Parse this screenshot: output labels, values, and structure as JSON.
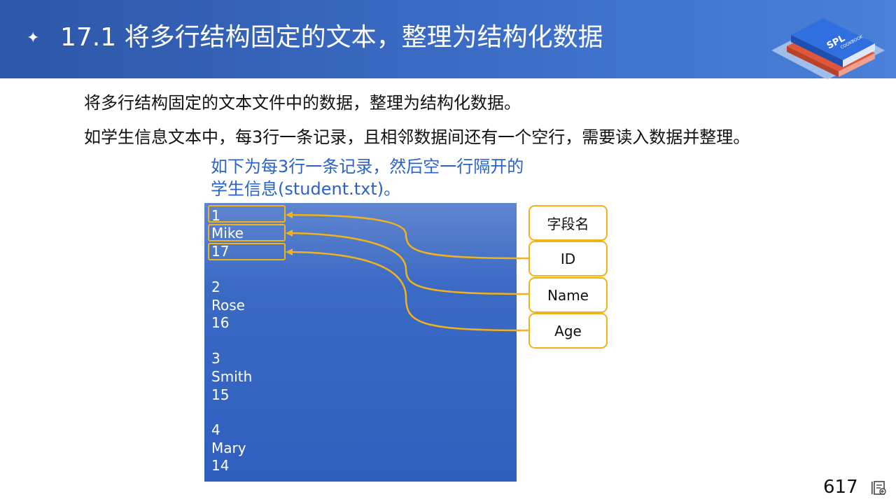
{
  "header": {
    "bullet": "✦",
    "title": "17.1 将多行结构固定的文本，整理为结构化数据",
    "logo_text": "SPL",
    "logo_subtext": "COOKBOOK"
  },
  "body": {
    "line1": "将多行结构固定的文本文件中的数据，整理为结构化数据。",
    "line2": "如学生信息文本中，每3行一条记录，且相邻数据间还有一个空行，需要读入数据并整理。",
    "note_line1": "如下为每3行一条记录，然后空一行隔开的",
    "note_line2": "学生信息(student.txt)。"
  },
  "file_lines": [
    "1",
    "Mike",
    "17",
    "2",
    "Rose",
    "16",
    "3",
    "Smith",
    "15",
    "4",
    "Mary",
    "14"
  ],
  "fields": {
    "header": "字段名",
    "items": [
      "ID",
      "Name",
      "Age"
    ]
  },
  "footer": {
    "page_number": "617"
  },
  "colors": {
    "header_blue": "#3a66bd",
    "highlight": "#f2b21a",
    "note_blue": "#2a62c9"
  }
}
